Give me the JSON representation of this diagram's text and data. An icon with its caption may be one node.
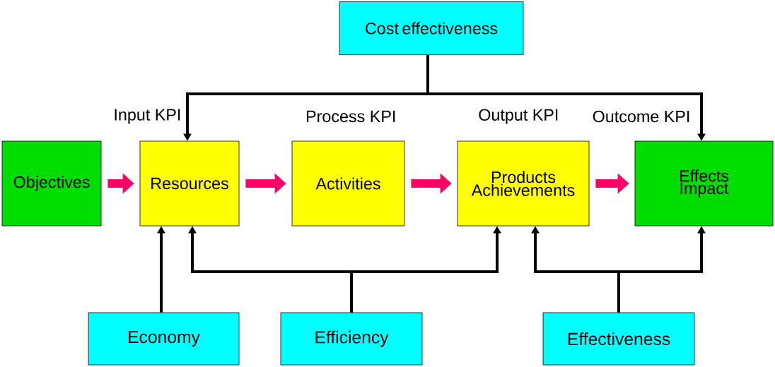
{
  "diagram": {
    "nodes": [
      {
        "text": [
          "Cost effectiveness"
        ]
      },
      {
        "text": [
          "Objectives"
        ]
      },
      {
        "text": [
          "Resources"
        ],
        "beside": [
          "Input KPI"
        ]
      },
      {
        "text": [
          "Activities"
        ],
        "beside": [
          "Process KPI"
        ]
      },
      {
        "text": [
          "Products Achievements"
        ],
        "beside": [
          "Output KPI"
        ]
      },
      {
        "text": [
          "Effects Impact"
        ],
        "beside": [
          "Outcome KPI"
        ]
      },
      {
        "text": [
          "Economy"
        ]
      },
      {
        "text": [
          "Efficiency"
        ]
      },
      {
        "text": [
          "Effectiveness"
        ]
      }
    ],
    "edges": [
      {
        "from": 1,
        "to": 2,
        "arrow": "to",
        "style": "thick",
        "color": "#ff0066"
      },
      {
        "from": 2,
        "to": 3,
        "arrow": "to",
        "style": "thick",
        "color": "#ff0066"
      },
      {
        "from": 3,
        "to": 4,
        "arrow": "to",
        "style": "thick",
        "color": "#ff0066"
      },
      {
        "from": 4,
        "to": 5,
        "arrow": "to",
        "style": "thick",
        "color": "#ff0066"
      },
      {
        "from": 0,
        "to": 2,
        "arrow": "to"
      },
      {
        "from": 0,
        "to": 5,
        "arrow": "to"
      },
      {
        "from": 6,
        "to": 2,
        "arrow": "to"
      },
      {
        "from": 7,
        "to": 2,
        "arrow": "to"
      },
      {
        "from": 7,
        "to": 4,
        "arrow": "to"
      },
      {
        "from": 8,
        "to": 4,
        "arrow": "to"
      },
      {
        "from": 8,
        "to": 5,
        "arrow": "to"
      }
    ]
  }
}
